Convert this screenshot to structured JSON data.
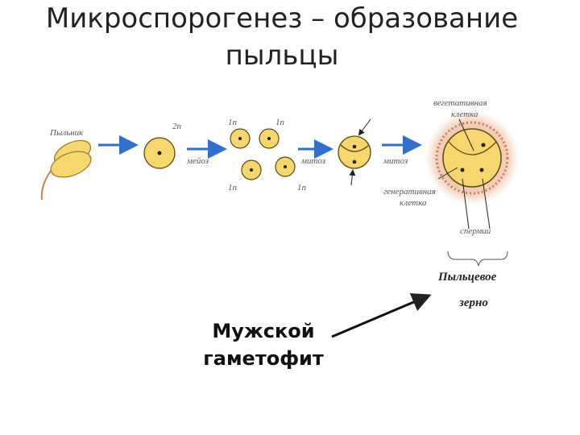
{
  "title": {
    "line1": "Микроспорогенез – образование",
    "line2": "пыльцы"
  },
  "labels": {
    "anther": "Пыльник",
    "ploidy_2n": "2n",
    "ploidy_1n": "1n",
    "meiosis": "мейоз",
    "mitosis": "митоз",
    "vegetative_line1": "вегетативная",
    "vegetative_line2": "клетка",
    "generative_line1": "генеративная",
    "generative_line2": "клетка",
    "sperm": "спермии",
    "pollen_line1": "Пыльцевое",
    "pollen_line2": "зерно"
  },
  "gametophyte": {
    "line1": "Мужской",
    "line2": "гаметофит"
  },
  "colors": {
    "cell_fill": "#f5d76e",
    "cell_stroke": "#5a4a10",
    "arrow_blue": "#2f6fd0",
    "halo": "#e8a87c"
  }
}
